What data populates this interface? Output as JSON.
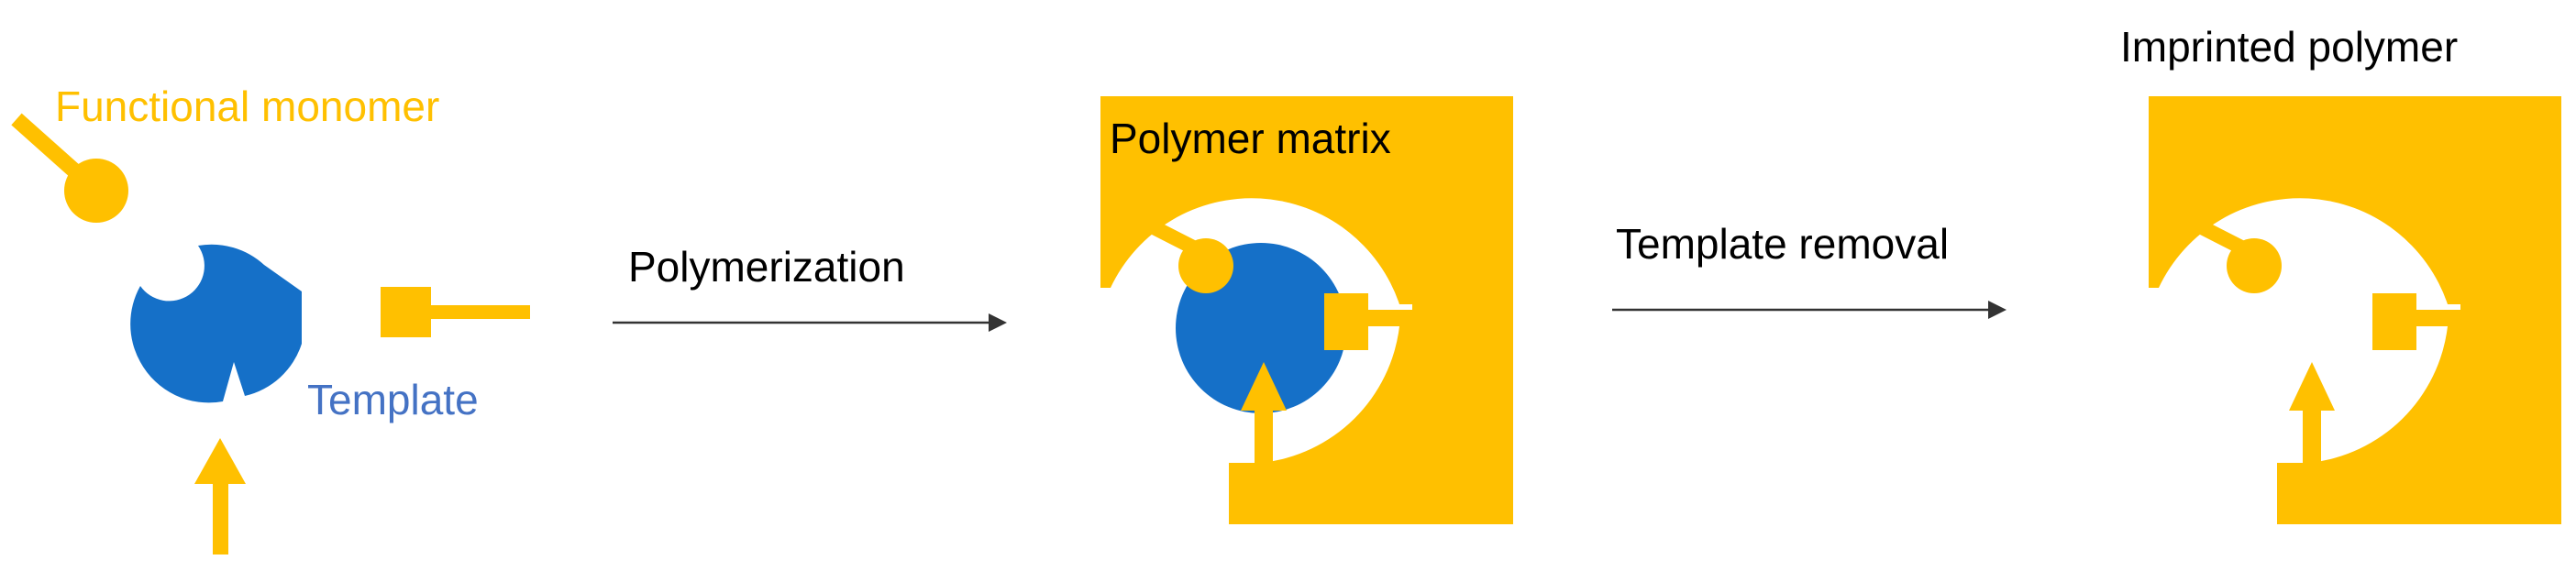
{
  "labels": {
    "functional_monomer": "Functional monomer",
    "template": "Template",
    "polymerization": "Polymerization",
    "polymer_matrix": "Polymer matrix",
    "template_removal": "Template removal",
    "imprinted_polymer": "Imprinted polymer"
  },
  "colors": {
    "monomer": "#FFC000",
    "template": "#1570C8",
    "template_label": "#4472C4",
    "text": "#000000",
    "arrow": "#333333",
    "background": "#FFFFFF"
  }
}
